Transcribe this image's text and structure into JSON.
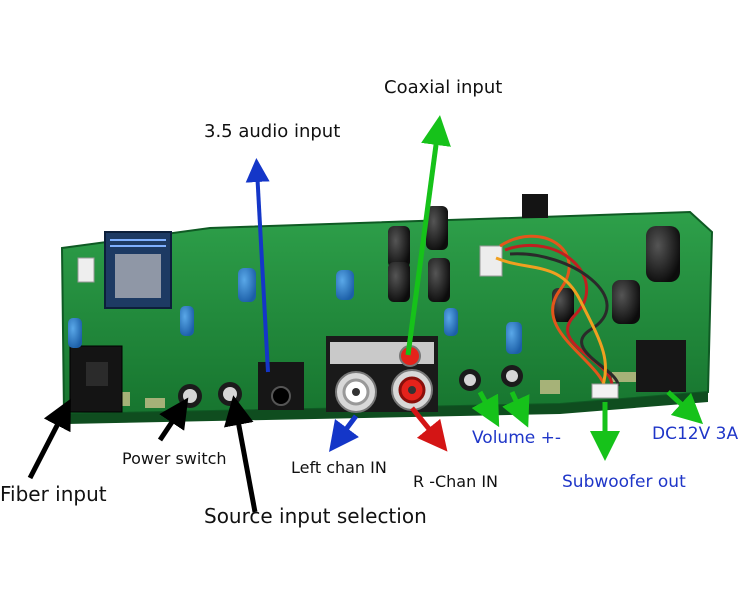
{
  "labels": {
    "coaxial": "Coaxial input",
    "audio35": "3.5 audio input",
    "fiber": "Fiber input",
    "power": "Power switch",
    "source": "Source input selection",
    "left_chan": "Left chan IN",
    "r_chan": "R -Chan IN",
    "volume": "Volume +-",
    "subwoofer": "Subwoofer out",
    "dc": "DC12V 3A"
  },
  "colors": {
    "pcb": "#1f8a3a",
    "arrow_green": "#16c21a",
    "arrow_blue": "#1436c8",
    "arrow_red": "#d41515",
    "arrow_black": "#000000",
    "text_blue": "#1f36c8",
    "text_black": "#111111"
  }
}
